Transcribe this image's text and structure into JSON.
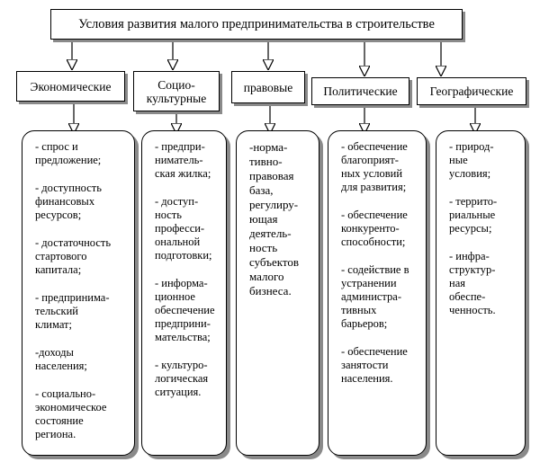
{
  "title": "Условия развития малого предпринимательства в строительстве",
  "categories": [
    {
      "label": "Экономические",
      "items": [
        "- спрос и\nпредложение;",
        "- доступность\nфинансовых\nресурсов;",
        "- достаточность\nстартового\nкапитала;",
        "- предпринима-\nтельский\nклимат;",
        "-доходы\nнаселения;",
        "- социально-\nэкономическое\nсостояние\nрегиона."
      ]
    },
    {
      "label": "Социо-\nкультурные",
      "items": [
        "- предпри-\nниматель-\nская жилка;",
        "- доступ-\nность\nпрофесси-\nональной\nподготовки;",
        "- информа-\nционное\nобеспечение\nпредприни-\nмательства;",
        "- культуро-\nлогическая\nситуация."
      ]
    },
    {
      "label": "правовые",
      "items": [
        "-норма-\nтивно-\nправовая\nбаза,\nрегулиру-\nющая\nдеятель-\nность\nсубъектов\nмалого\nбизнеса."
      ]
    },
    {
      "label": "Политические",
      "items": [
        "- обеспечение\nблагоприят-\nных условий\nдля развития;",
        "- обеспечение\nконкуренто-\nспособности;",
        "- содействие в\nустранении\nадминистра-\nтивных\nбарьеров;",
        "- обеспечение\nзанятости\nнаселения."
      ]
    },
    {
      "label": "Географические",
      "items": [
        "- природ-\nные\nусловия;",
        "- террито-\nриальные\nресурсы;",
        "- инфра-\nструктур-\nная\nобеспе-\nченность."
      ]
    }
  ]
}
